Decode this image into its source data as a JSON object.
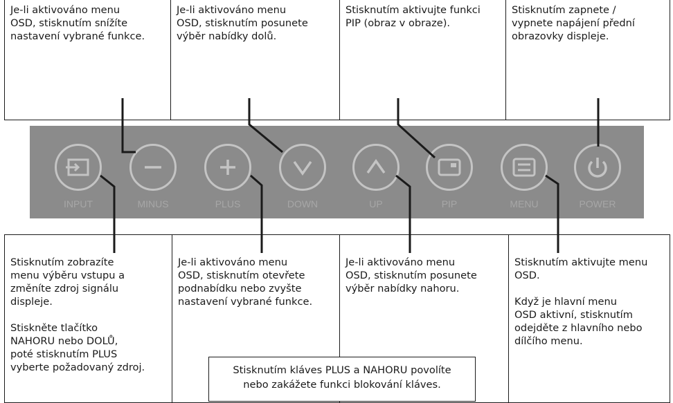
{
  "top_callouts": [
    {
      "text": "Je-li aktivováno menu\nOSD, stisknutím snížíte\nnastavení vybrané funkce."
    },
    {
      "text": "Je-li aktivováno menu\nOSD, stisknutím posunete\nvýběr nabídky dolů."
    },
    {
      "text": "Stisknutím aktivujte funkci\nPIP (obraz v obraze)."
    },
    {
      "text": "Stisknutím zapnete /\nvypnete napájení přední\nobrazovky displeje."
    }
  ],
  "buttons": [
    {
      "label": "INPUT",
      "icon": "input-icon"
    },
    {
      "label": "MINUS",
      "icon": "minus-icon"
    },
    {
      "label": "PLUS",
      "icon": "plus-icon"
    },
    {
      "label": "DOWN",
      "icon": "chevron-down-icon"
    },
    {
      "label": "UP",
      "icon": "chevron-up-icon"
    },
    {
      "label": "PIP",
      "icon": "pip-icon"
    },
    {
      "label": "MENU",
      "icon": "menu-icon"
    },
    {
      "label": "POWER",
      "icon": "power-icon"
    }
  ],
  "bottom_callouts": [
    {
      "text": "Stisknutím zobrazíte\nmenu výběru vstupu a\nzměníte zdroj signálu\ndispleje.\n\nStiskněte tlačítko\nNAHORU nebo DOLŮ,\npoté stisknutím PLUS\nvyberte požadovaný zdroj."
    },
    {
      "text": "Je-li aktivováno menu\nOSD, stisknutím otevřete\npodnabídku nebo zvyšte\nnastavení vybrané funkce."
    },
    {
      "text": "Je-li aktivováno menu\nOSD, stisknutím posunete\nvýběr nabídky nahoru."
    },
    {
      "text": "Stisknutím aktivujte menu\nOSD.\n\nKdyž je hlavní menu\nOSD aktivní, stisknutím\nodejděte z hlavního nebo\ndílčího menu."
    }
  ],
  "center_note": {
    "text": "Stisknutím kláves PLUS a NAHORU povolíte\nnebo zakážete funkci blokování kláves."
  },
  "colors": {
    "panel": "#8b8b8b",
    "button_ring": "#c4c4c4",
    "button_label": "#a7a7a7",
    "line": "#1a1a1a"
  }
}
